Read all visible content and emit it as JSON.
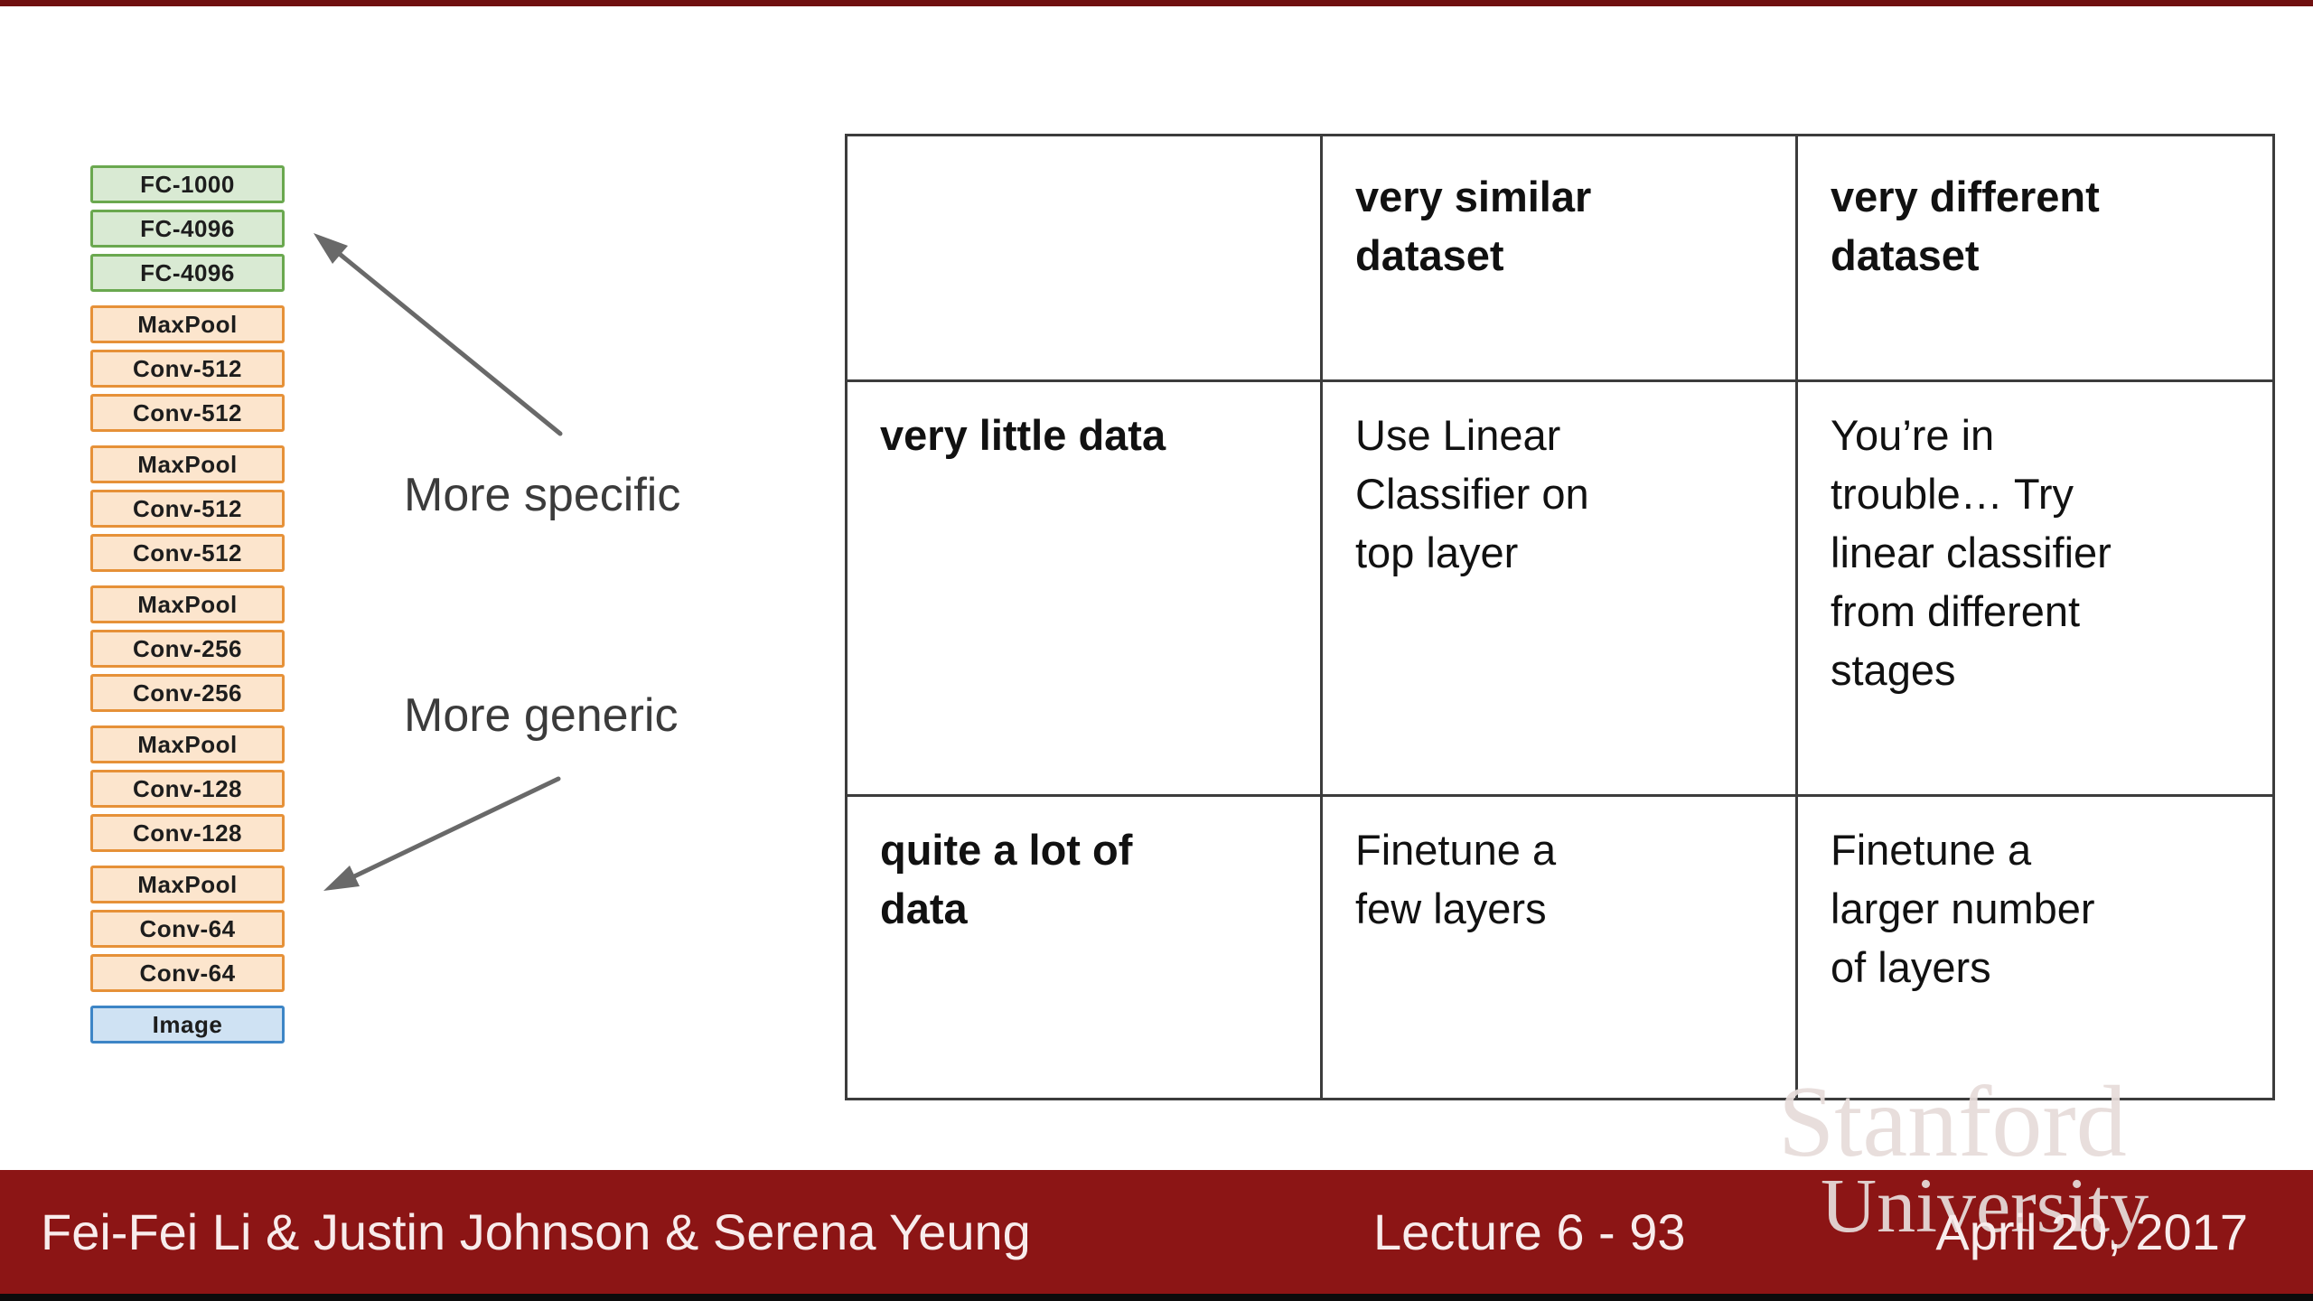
{
  "slide": {
    "stack": {
      "groups": [
        {
          "type": "fc",
          "layers": [
            "FC-1000",
            "FC-4096",
            "FC-4096"
          ]
        },
        {
          "type": "conv",
          "layers": [
            "MaxPool",
            "Conv-512",
            "Conv-512"
          ]
        },
        {
          "type": "conv",
          "layers": [
            "MaxPool",
            "Conv-512",
            "Conv-512"
          ]
        },
        {
          "type": "conv",
          "layers": [
            "MaxPool",
            "Conv-256",
            "Conv-256"
          ]
        },
        {
          "type": "conv",
          "layers": [
            "MaxPool",
            "Conv-128",
            "Conv-128"
          ]
        },
        {
          "type": "conv",
          "layers": [
            "MaxPool",
            "Conv-64",
            "Conv-64"
          ]
        },
        {
          "type": "image",
          "layers": [
            "Image"
          ]
        }
      ]
    },
    "annotations": {
      "more_specific": "More specific",
      "more_generic": "More generic"
    },
    "table": {
      "corner": "",
      "col_headers": [
        "very similar\ndataset",
        "very different\ndataset"
      ],
      "rows": [
        {
          "row_header": "very little data",
          "cells": [
            "Use Linear\nClassifier on\ntop layer",
            "You’re in\ntrouble… Try\nlinear classifier\nfrom different\nstages"
          ]
        },
        {
          "row_header": "quite a lot of\ndata",
          "cells": [
            "Finetune a\nfew layers",
            "Finetune a\nlarger number\nof layers"
          ]
        }
      ]
    },
    "watermark": {
      "line1": "Stanford",
      "line2": "University"
    },
    "footer": {
      "authors": "Fei-Fei Li & Justin Johnson & Serena Yeung",
      "lecture": "Lecture 6 - 93",
      "date": "April 20, 2017"
    },
    "colors": {
      "footer_bar": "#8c1515",
      "fc_fill": "#d9ead3",
      "fc_border": "#6aa84f",
      "conv_fill": "#fce5cd",
      "conv_border": "#e69138",
      "image_fill": "#cfe2f3",
      "image_border": "#3d85c6",
      "arrow": "#696969",
      "table_border": "#3c3c3c"
    }
  }
}
